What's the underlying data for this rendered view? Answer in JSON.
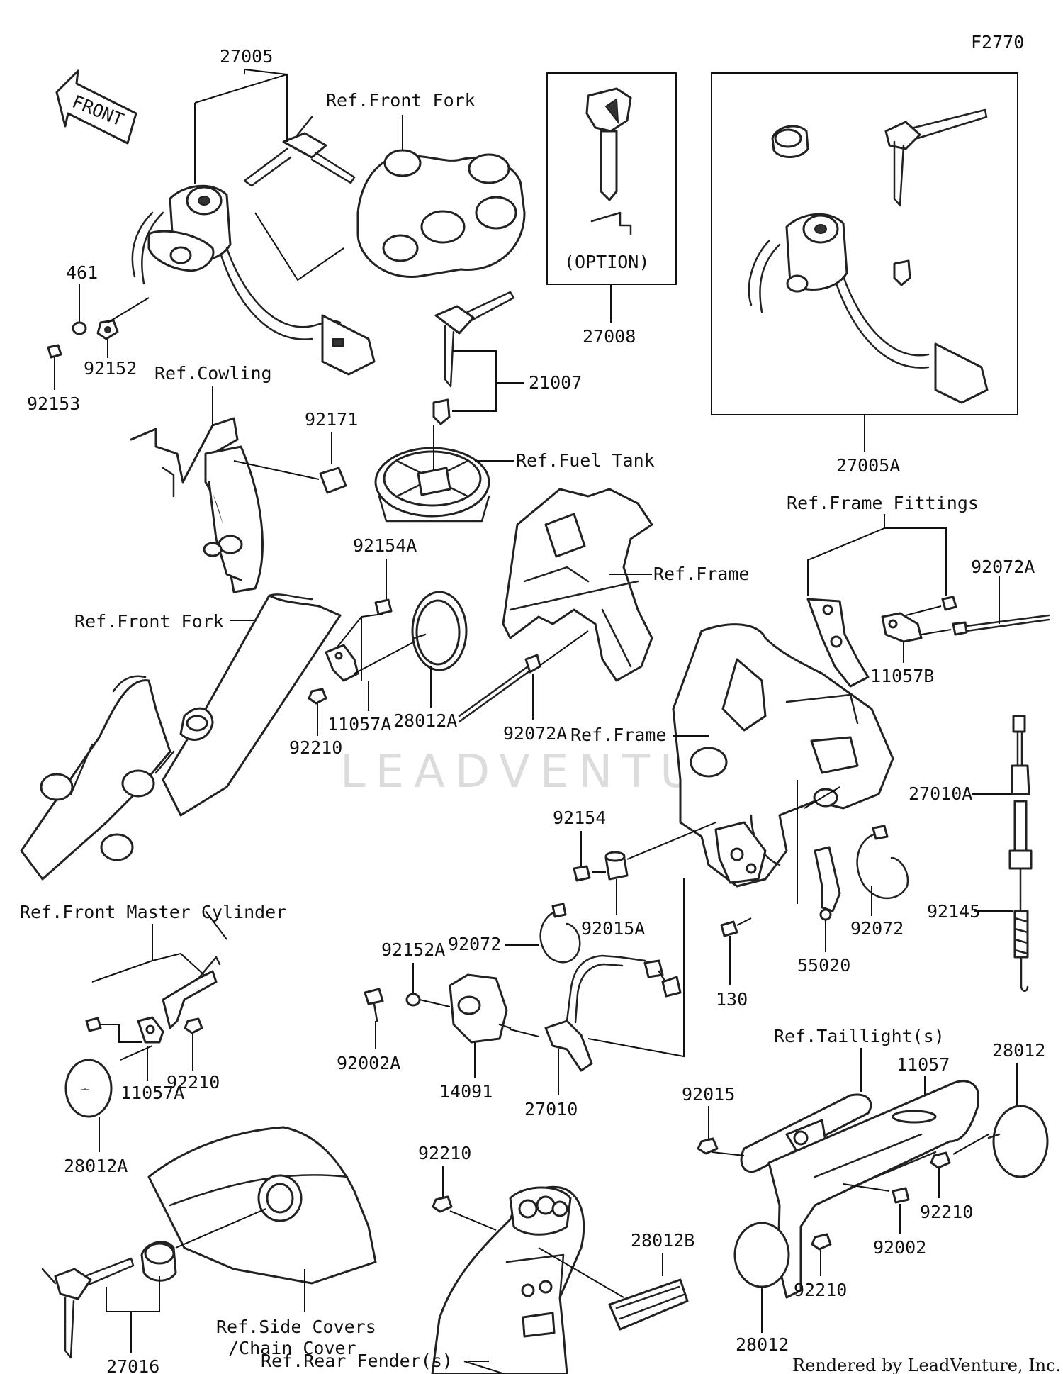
{
  "figure_code": "F2770",
  "direction_arrow": "FRONT",
  "watermark": "LEADVENTURE",
  "footer": "Rendered by LeadVenture, Inc.",
  "option_label": "(OPTION)",
  "parts": {
    "p27005": "27005",
    "p27005A": "27005A",
    "p27008": "27008",
    "p21007": "21007",
    "p461": "461",
    "p92152": "92152",
    "p92153": "92153",
    "p92171": "92171",
    "p92154A": "92154A",
    "p92072A_right": "92072A",
    "p11057B": "11057B",
    "p92210_mid": "92210",
    "p11057A_mid": "11057A",
    "p28012A_mid": "28012A",
    "p92072A_mid": "92072A",
    "p27010A": "27010A",
    "p92154": "92154",
    "p92015A": "92015A",
    "p92145": "92145",
    "p92072_right": "92072",
    "p55020": "55020",
    "p130": "130",
    "p92152A": "92152A",
    "p92072_mid": "92072",
    "p92002A": "92002A",
    "p14091": "14091",
    "p27010": "27010",
    "p92210_left": "92210",
    "p11057A_left": "11057A",
    "p28012A_left": "28012A",
    "p28012_top": "28012",
    "p11057": "11057",
    "p92015": "92015",
    "p92210_rr1": "92210",
    "p92002": "92002",
    "p92210_rr2": "92210",
    "p92210_fender": "92210",
    "p28012B": "28012B",
    "p27016": "27016",
    "p28012_bottom": "28012"
  },
  "refs": {
    "front_fork_top": "Ref.Front Fork",
    "cowling": "Ref.Cowling",
    "fuel_tank": "Ref.Fuel Tank",
    "frame_fittings": "Ref.Frame Fittings",
    "frame_upper": "Ref.Frame",
    "front_fork_left": "Ref.Front Fork",
    "frame_lower": "Ref.Frame",
    "front_master_cylinder": "Ref.Front Master Cylinder",
    "taillights": "Ref.Taillight(s)",
    "side_covers_1": "Ref.Side Covers",
    "side_covers_2": "/Chain Cover",
    "rear_fender": "Ref.Rear Fender(s)"
  }
}
